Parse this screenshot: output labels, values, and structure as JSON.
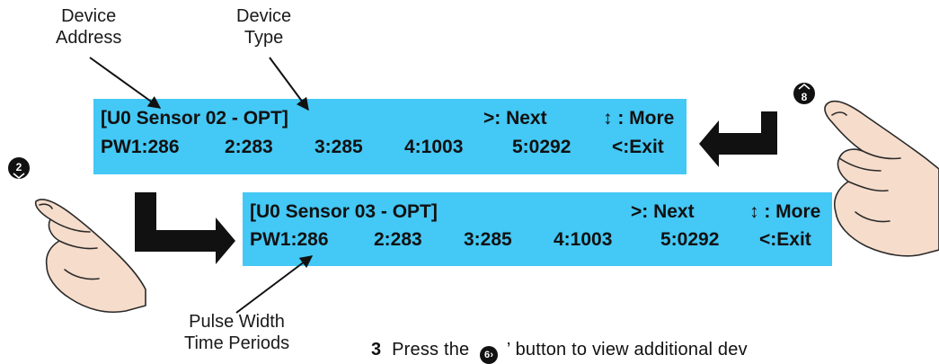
{
  "callouts": {
    "device_address": [
      "Device",
      "Address"
    ],
    "device_type": [
      "Device",
      "Type"
    ],
    "pulse_width": [
      "Pulse Width",
      "Time Periods"
    ]
  },
  "screen1": {
    "line1_title": "[U0 Sensor 02 - OPT]",
    "line1_next": ">: Next",
    "line1_more": "↕ : More",
    "line2": [
      "PW1:286",
      "2:283",
      "3:285",
      "4:1003",
      "5:0292",
      "<:Exit"
    ]
  },
  "screen2": {
    "line1_title": "[U0 Sensor 03 - OPT]",
    "line1_next": ">: Next",
    "line1_more": "↕ : More",
    "line2": [
      "PW1:286",
      "2:283",
      "3:285",
      "4:1003",
      "5:0292",
      "<:Exit"
    ]
  },
  "keys": {
    "up": "8",
    "down": "2",
    "right": "6"
  },
  "instruction": {
    "number": "3",
    "before": "Press the",
    "after": "’ button to view additional dev"
  },
  "colors": {
    "lcd_background": "#44c8f5",
    "arrow": "#111111",
    "hand_skin": "#f6dccb"
  }
}
